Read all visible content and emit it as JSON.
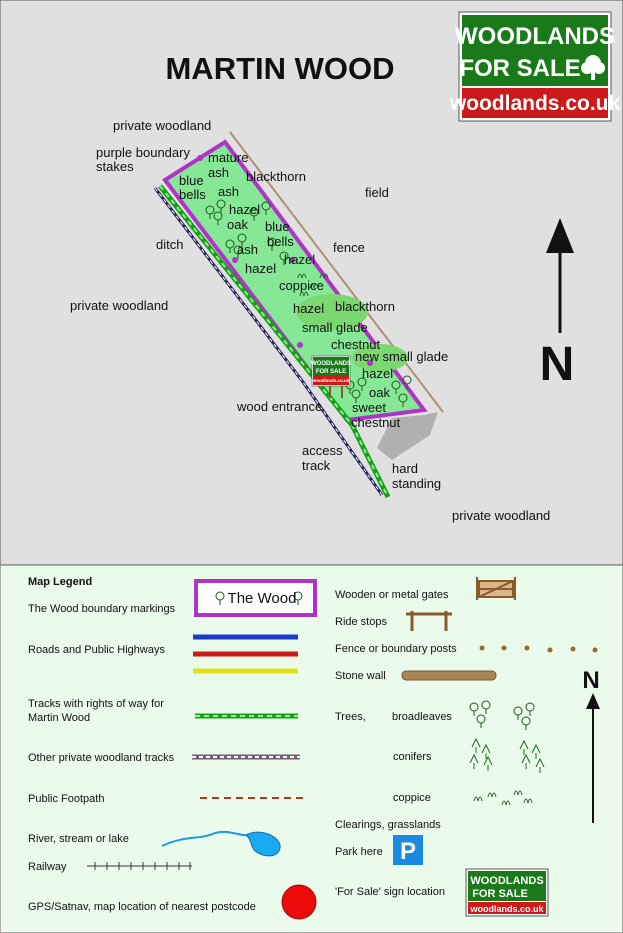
{
  "map": {
    "title": "MARTIN WOOD",
    "logo": {
      "line1": "WOODLANDS",
      "line2": "FOR SALE",
      "line3": "woodlands.co.uk"
    },
    "north": "N",
    "labels": [
      "private woodland",
      "purple boundary",
      "stakes",
      "mature",
      "ash",
      "blackthorn",
      "blue",
      "bells",
      "ash",
      "field",
      "hazel",
      "oak",
      "blue",
      "bells",
      "ditch",
      "fence",
      "ash",
      "hazel",
      "hazel",
      "coppice",
      "private woodland",
      "hazel",
      "blackthorn",
      "small glade",
      "chestnut",
      "new small glade",
      "hazel",
      "oak",
      "wood entrance",
      "sweet",
      "chestnut",
      "access",
      "track",
      "hard",
      "standing",
      "private woodland"
    ],
    "sign": {
      "line1": "WOODLANDS",
      "line2": "FOR SALE",
      "line3": "woodlands.co.uk"
    }
  },
  "legend": {
    "title": "Map Legend",
    "left_items": [
      "The Wood boundary markings",
      "Roads and Public Highways",
      "Tracks with rights of way for",
      "Martin Wood",
      "Other private woodland tracks",
      "Public Footpath",
      "River, stream or lake",
      "Railway",
      "GPS/Satnav, map location of nearest postcode"
    ],
    "wood_box_label": "The Wood",
    "right_items": [
      "Wooden or metal gates",
      "Ride stops",
      "Fence or boundary posts",
      "Stone wall",
      "Trees,",
      "broadleaves",
      "conifers",
      "coppice",
      "Clearings, grasslands",
      "Park here",
      "'For Sale'  sign location"
    ],
    "park_symbol": "P",
    "north": "N",
    "logo": {
      "line1": "WOODLANDS",
      "line2": "FOR SALE",
      "line3": "woodlands.co.uk"
    }
  }
}
